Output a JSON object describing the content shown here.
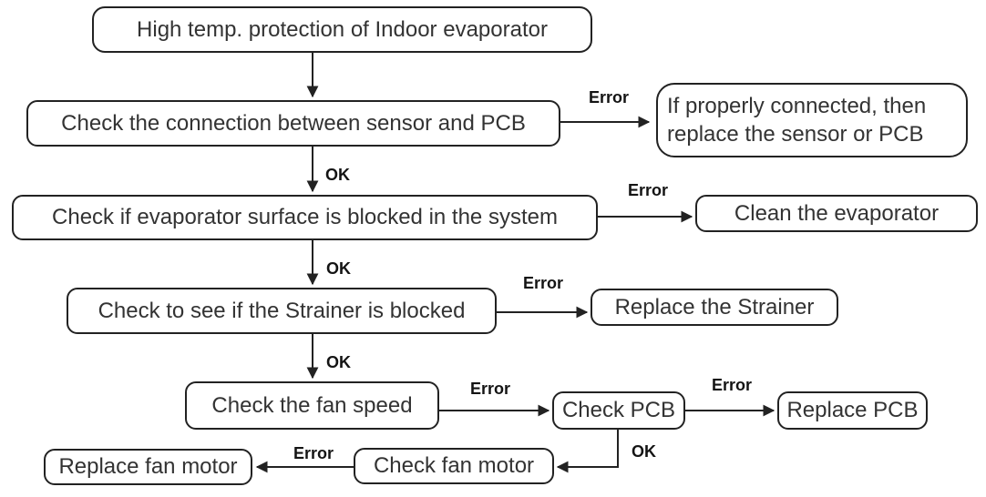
{
  "diagram": {
    "type": "flowchart",
    "nodes": {
      "high_temp": {
        "label": "High temp. protection of Indoor evaporator"
      },
      "check_connection": {
        "label": "Check the connection between sensor and PCB"
      },
      "replace_sensor_pcb": {
        "lines": [
          "If properly connected, then",
          "replace the sensor or PCB"
        ]
      },
      "check_evaporator": {
        "label": "Check if evaporator surface is blocked in the system"
      },
      "clean_evaporator": {
        "label": "Clean the evaporator"
      },
      "check_strainer": {
        "label": "Check to see if the Strainer is blocked"
      },
      "replace_strainer": {
        "label": "Replace the Strainer"
      },
      "check_fan_speed": {
        "label": "Check the fan speed"
      },
      "check_pcb": {
        "label": "Check PCB"
      },
      "replace_pcb": {
        "label": "Replace PCB"
      },
      "check_fan_motor": {
        "label": "Check fan motor"
      },
      "replace_fan_motor": {
        "label": "Replace fan motor"
      }
    },
    "edge_labels": {
      "error": "Error",
      "ok": "OK"
    },
    "edges": [
      {
        "from": "high_temp",
        "to": "check_connection",
        "label": ""
      },
      {
        "from": "check_connection",
        "to": "replace_sensor_pcb",
        "label": "Error"
      },
      {
        "from": "check_connection",
        "to": "check_evaporator",
        "label": "OK"
      },
      {
        "from": "check_evaporator",
        "to": "clean_evaporator",
        "label": "Error"
      },
      {
        "from": "check_evaporator",
        "to": "check_strainer",
        "label": "OK"
      },
      {
        "from": "check_strainer",
        "to": "replace_strainer",
        "label": "Error"
      },
      {
        "from": "check_strainer",
        "to": "check_fan_speed",
        "label": "OK"
      },
      {
        "from": "check_fan_speed",
        "to": "check_pcb",
        "label": "Error"
      },
      {
        "from": "check_pcb",
        "to": "replace_pcb",
        "label": "Error"
      },
      {
        "from": "check_pcb",
        "to": "check_fan_motor",
        "label": "OK"
      },
      {
        "from": "check_fan_motor",
        "to": "replace_fan_motor",
        "label": "Error"
      }
    ],
    "colors": {
      "background": "#ffffff",
      "box_border": "#222222",
      "box_text": "#333333",
      "arrow": "#222222",
      "edge_label_text": "#141414"
    }
  }
}
